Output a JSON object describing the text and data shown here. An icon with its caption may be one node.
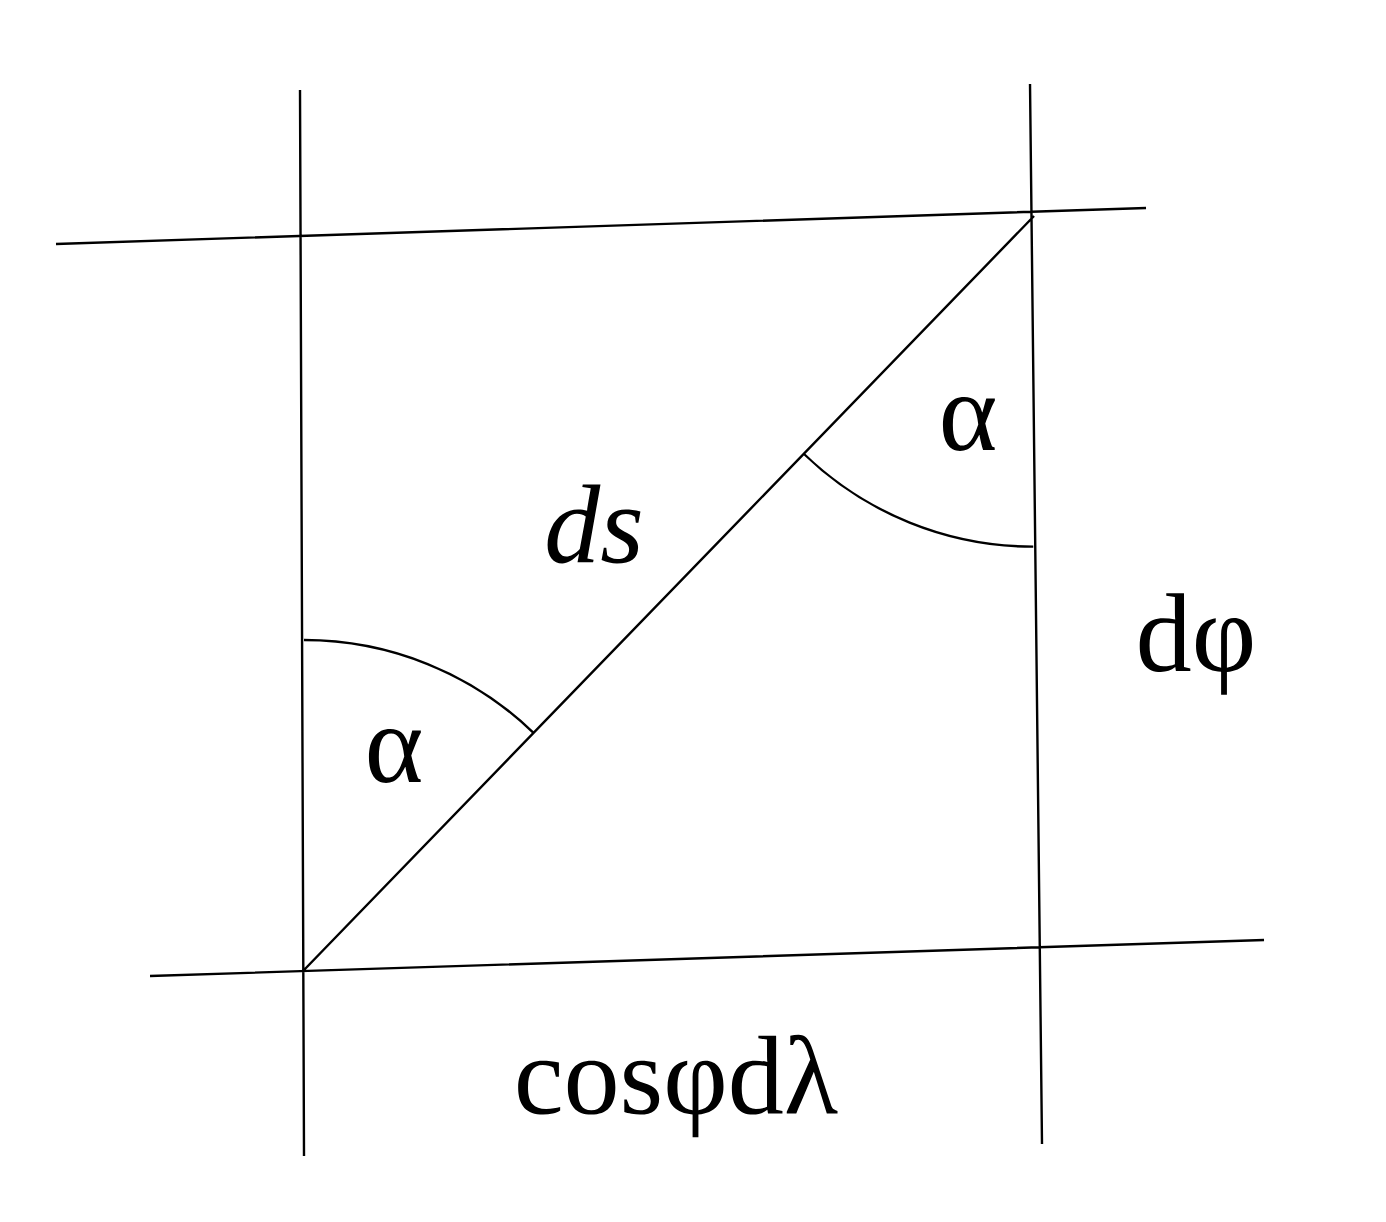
{
  "diagram": {
    "labels": [
      "ds",
      "α",
      "α",
      "dφ",
      "cosφdλ"
    ]
  }
}
